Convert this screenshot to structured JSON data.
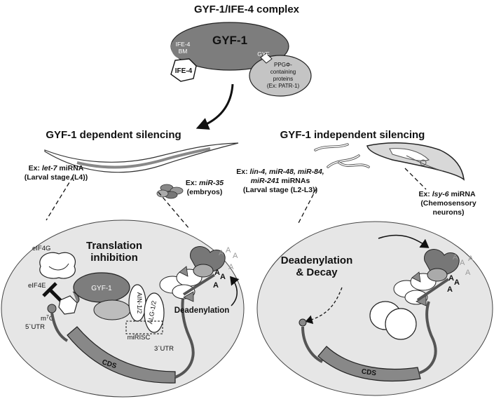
{
  "complex": {
    "title": "GYF-1/IFE-4 complex",
    "gyf1_label": "GYF-1",
    "ife4_bm_line1": "IFE-4",
    "ife4_bm_line2": "BM",
    "ife4_label": "IFE-4",
    "gyf_domain_label": "GYF",
    "ppg_line1": "PPGΦ-",
    "ppg_line2": "containing",
    "ppg_line3": "proteins",
    "ppg_line4": "(Ex: PATR-1)"
  },
  "left": {
    "heading": "GYF-1 dependent silencing",
    "ex_let7_prefix": "Ex: ",
    "ex_let7_name": "let-7",
    "ex_let7_suffix": " miRNA",
    "ex_let7_stage": "(Larval stage (L4))",
    "ex_mir35_prefix": "Ex: ",
    "ex_mir35_name": "miR-35",
    "ex_mir35_stage": "(embryos)",
    "translation_line1": "Translation",
    "translation_line2": "inhibition",
    "eif4g": "eIF4G",
    "eif4e": "eIF4E",
    "m7g": "m7G",
    "utr5": "5`UTR",
    "gyf1": "GYF-1",
    "ain": "AIN-1/2",
    "alg": "ALG-1/2",
    "miRISC": "miRISC",
    "utr3": "3`UTR",
    "cds": "CDS",
    "deadenylation": "Deadenylation",
    "polyA": "A"
  },
  "right": {
    "heading": "GYF-1 independent silencing",
    "ex_line1_prefix": "Ex: ",
    "ex_line1_names": "lin-4, miR-48, miR-84,",
    "ex_line2_names": "miR-241",
    "ex_line2_suffix": " miRNAs",
    "ex_line3": "(Larval stage (L2-L3))",
    "ex_lsy6_prefix": "Ex: ",
    "ex_lsy6_name": "lsy-6",
    "ex_lsy6_suffix": " miRNA",
    "ex_lsy6_line2": "(Chemosensory",
    "ex_lsy6_line3": "neurons)",
    "decay_line1": "Deadenylation",
    "decay_line2": "& Decay",
    "cds": "CDS",
    "polyA": "A"
  },
  "colors": {
    "circle_fill": "#e6e6e6",
    "protein_dark": "#8a8a8a",
    "protein_mid": "#bdbdbd",
    "ccr4_dark": "#6a6a6a",
    "cds_fill": "#888888"
  }
}
